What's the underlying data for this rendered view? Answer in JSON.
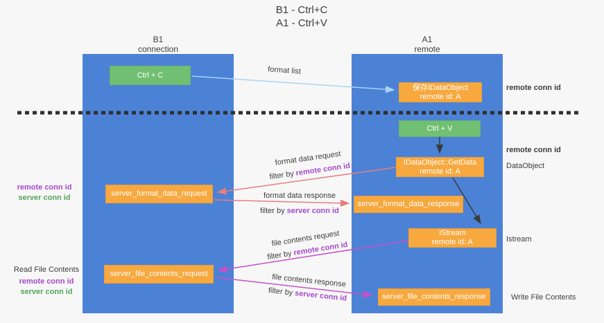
{
  "title": {
    "line1": "B1 - Ctrl+C",
    "line2": "A1 - Ctrl+V"
  },
  "lanes": {
    "left": {
      "title": "B1",
      "subtitle": "connection"
    },
    "right": {
      "title": "A1",
      "subtitle": "remote"
    }
  },
  "nodes": {
    "ctrl_c": {
      "label": "Ctrl + C"
    },
    "ctrl_v": {
      "label": "Ctrl + V"
    },
    "save_dataobject": {
      "line1": "保存IDataObject",
      "line2": "remote id: A"
    },
    "getdata": {
      "line1": "IDataObject::GetData",
      "line2": "remote id: A"
    },
    "istream": {
      "line1": "IStream",
      "line2": "remote id: A"
    },
    "format_request": {
      "label": "server_format_data_request"
    },
    "format_response": {
      "label": "server_format_data_response"
    },
    "file_request": {
      "label": "server_file_contents_request"
    },
    "file_response": {
      "label": "server_file_contents_response"
    }
  },
  "edge_labels": {
    "format_list": "format list",
    "format_data_request": "format data request",
    "format_data_response": "format data response",
    "file_contents_request": "file contents request",
    "file_contents_response": "file contents response",
    "filter_by": "filter by",
    "remote_conn_id": "remote conn id",
    "server_conn_id": "server conn id"
  },
  "side_labels": {
    "right_top_remote_conn_id": "remote conn id",
    "right_mid_remote_conn_id": "remote conn id",
    "dataobject": "DataObject",
    "istream": "Istream",
    "write_file_contents": "Write File Contents",
    "left_remote_conn_id": "remote conn id",
    "left_server_conn_id": "server conn id",
    "read_file_contents": "Read File Contents",
    "read_remote_conn_id": "remote conn id",
    "read_server_conn_id": "server conn id"
  },
  "colors": {
    "lane_blue": "#4c82d6",
    "node_orange": "#f7a83e",
    "node_green": "#71bf72",
    "arrow_light_blue": "#a9d3f2",
    "arrow_salmon": "#e87d7d",
    "arrow_magenta": "#c94fc9",
    "arrow_black": "#3b3b3b",
    "label_purple": "#a449c9",
    "label_green": "#53a657"
  }
}
